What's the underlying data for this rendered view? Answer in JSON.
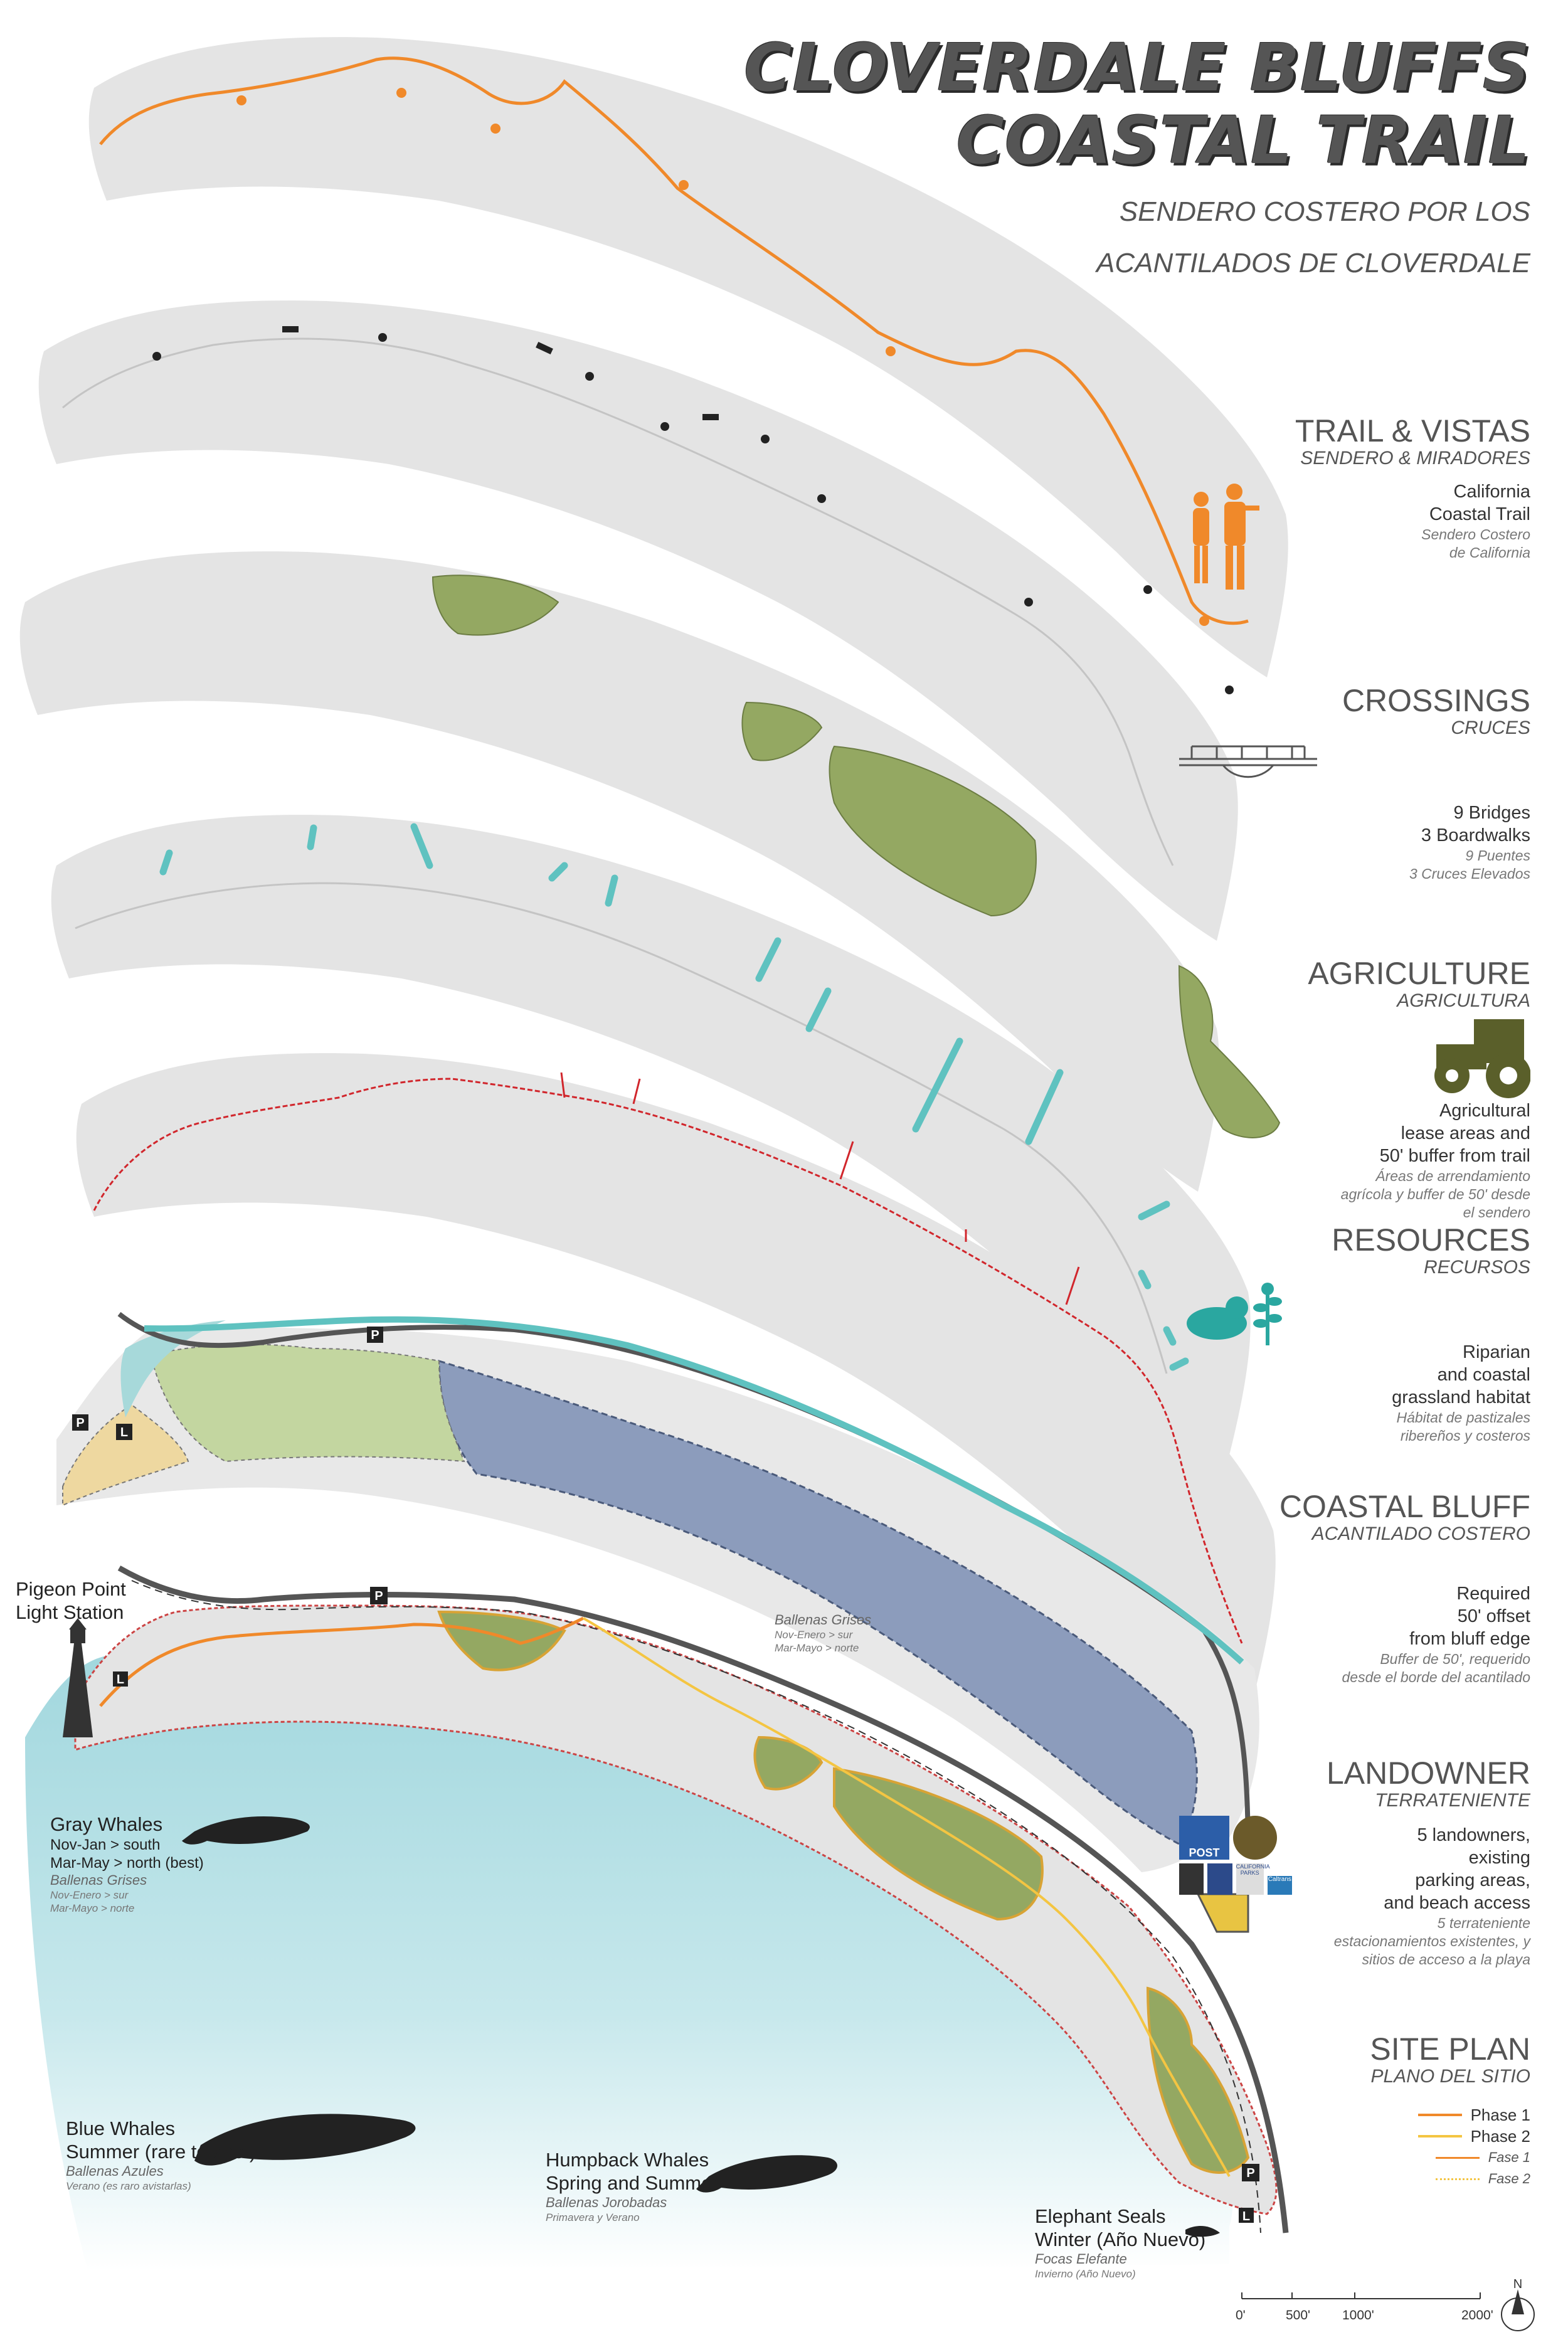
{
  "title": {
    "line1": "CLOVERDALE BLUFFS",
    "line2": "COASTAL TRAIL",
    "sub1": "SENDERO COSTERO POR LOS",
    "sub2": "ACANTILADOS DE CLOVERDALE"
  },
  "legend": {
    "trail": {
      "title": "TRAIL & VISTAS",
      "sub": "SENDERO & MIRADORES",
      "desc": [
        "California",
        "Coastal Trail"
      ],
      "desc_es": [
        "Sendero Costero",
        "de California"
      ]
    },
    "crossings": {
      "title": "CROSSINGS",
      "sub": "CRUCES",
      "desc": [
        "9 Bridges",
        "3 Boardwalks"
      ],
      "desc_es": [
        "9 Puentes",
        "3 Cruces Elevados"
      ]
    },
    "agriculture": {
      "title": "AGRICULTURE",
      "sub": "AGRICULTURA",
      "desc": [
        "Agricultural",
        "lease areas and",
        "50' buffer from trail"
      ],
      "desc_es": [
        "Áreas de arrendamiento",
        "agrícola y buffer de 50' desde",
        "el sendero"
      ]
    },
    "resources": {
      "title": "RESOURCES",
      "sub": "RECURSOS",
      "desc": [
        "Riparian",
        "and coastal",
        "grassland habitat"
      ],
      "desc_es": [
        "Hábitat de pastizales",
        "ribereños y costeros"
      ]
    },
    "bluff": {
      "title": "COASTAL BLUFF",
      "sub": "ACANTILADO COSTERO",
      "desc": [
        "Required",
        "50' offset",
        "from bluff edge"
      ],
      "desc_es": [
        "Buffer de 50', requerido",
        "desde el borde del acantilado"
      ]
    },
    "landowner": {
      "title": "LANDOWNER",
      "sub": "TERRATENIENTE",
      "desc": [
        "5 landowners,",
        "existing",
        "parking areas,",
        "and beach access"
      ],
      "desc_es": [
        "5 terrateniente",
        "estacionamientos existentes, y",
        "sitios de acceso a la playa"
      ],
      "logos": [
        "POST",
        "CALIFORNIA",
        "PARKS",
        "Caltrans"
      ]
    },
    "site_plan": {
      "title": "SITE PLAN",
      "sub": "PLANO DEL SITIO",
      "phase1": "Phase 1",
      "phase2": "Phase 2",
      "fase1": "Fase 1",
      "fase2": "Fase 2"
    }
  },
  "map_labels": {
    "pigeon": [
      "Pigeon Point",
      "Light Station"
    ],
    "gray": {
      "en": [
        "Gray Whales",
        "Nov-Jan > south",
        "Mar-May > north (best)"
      ],
      "es": [
        "Ballenas Grises",
        "Nov-Enero > sur",
        "Mar-Mayo > norte"
      ]
    },
    "gray_ghost": {
      "es": [
        "Ballenas Grises",
        "Nov-Enero > sur",
        "Mar-Mayo > norte"
      ]
    },
    "blue": {
      "en": [
        "Blue Whales",
        "Summer (rare to spot)"
      ],
      "es": [
        "Ballenas Azules",
        "Verano (es raro avistarlas)"
      ]
    },
    "humpback": {
      "en": [
        "Humpback Whales",
        "Spring and Summer"
      ],
      "es": [
        "Ballenas Jorobadas",
        "Primavera y Verano"
      ]
    },
    "seals": {
      "en": [
        "Elephant Seals",
        "Winter (Año Nuevo)"
      ],
      "es": [
        "Focas Elefante",
        "Invierno (Año Nuevo)"
      ]
    },
    "parking": "P",
    "access": "L"
  },
  "scale": {
    "ticks": [
      "0'",
      "500'",
      "1000'",
      "2000'"
    ]
  },
  "north": "N",
  "colors": {
    "land": "#e4e4e4",
    "trail_orange": "#f0892a",
    "phase2_yellow": "#f4c542",
    "ag_green": "#94a862",
    "bridge_teal": "#5fc2c0",
    "resource_red": "#d1262c",
    "bluff_blue": "#8c9cbc",
    "ocean": "#a9dce3",
    "road": "#555555"
  }
}
